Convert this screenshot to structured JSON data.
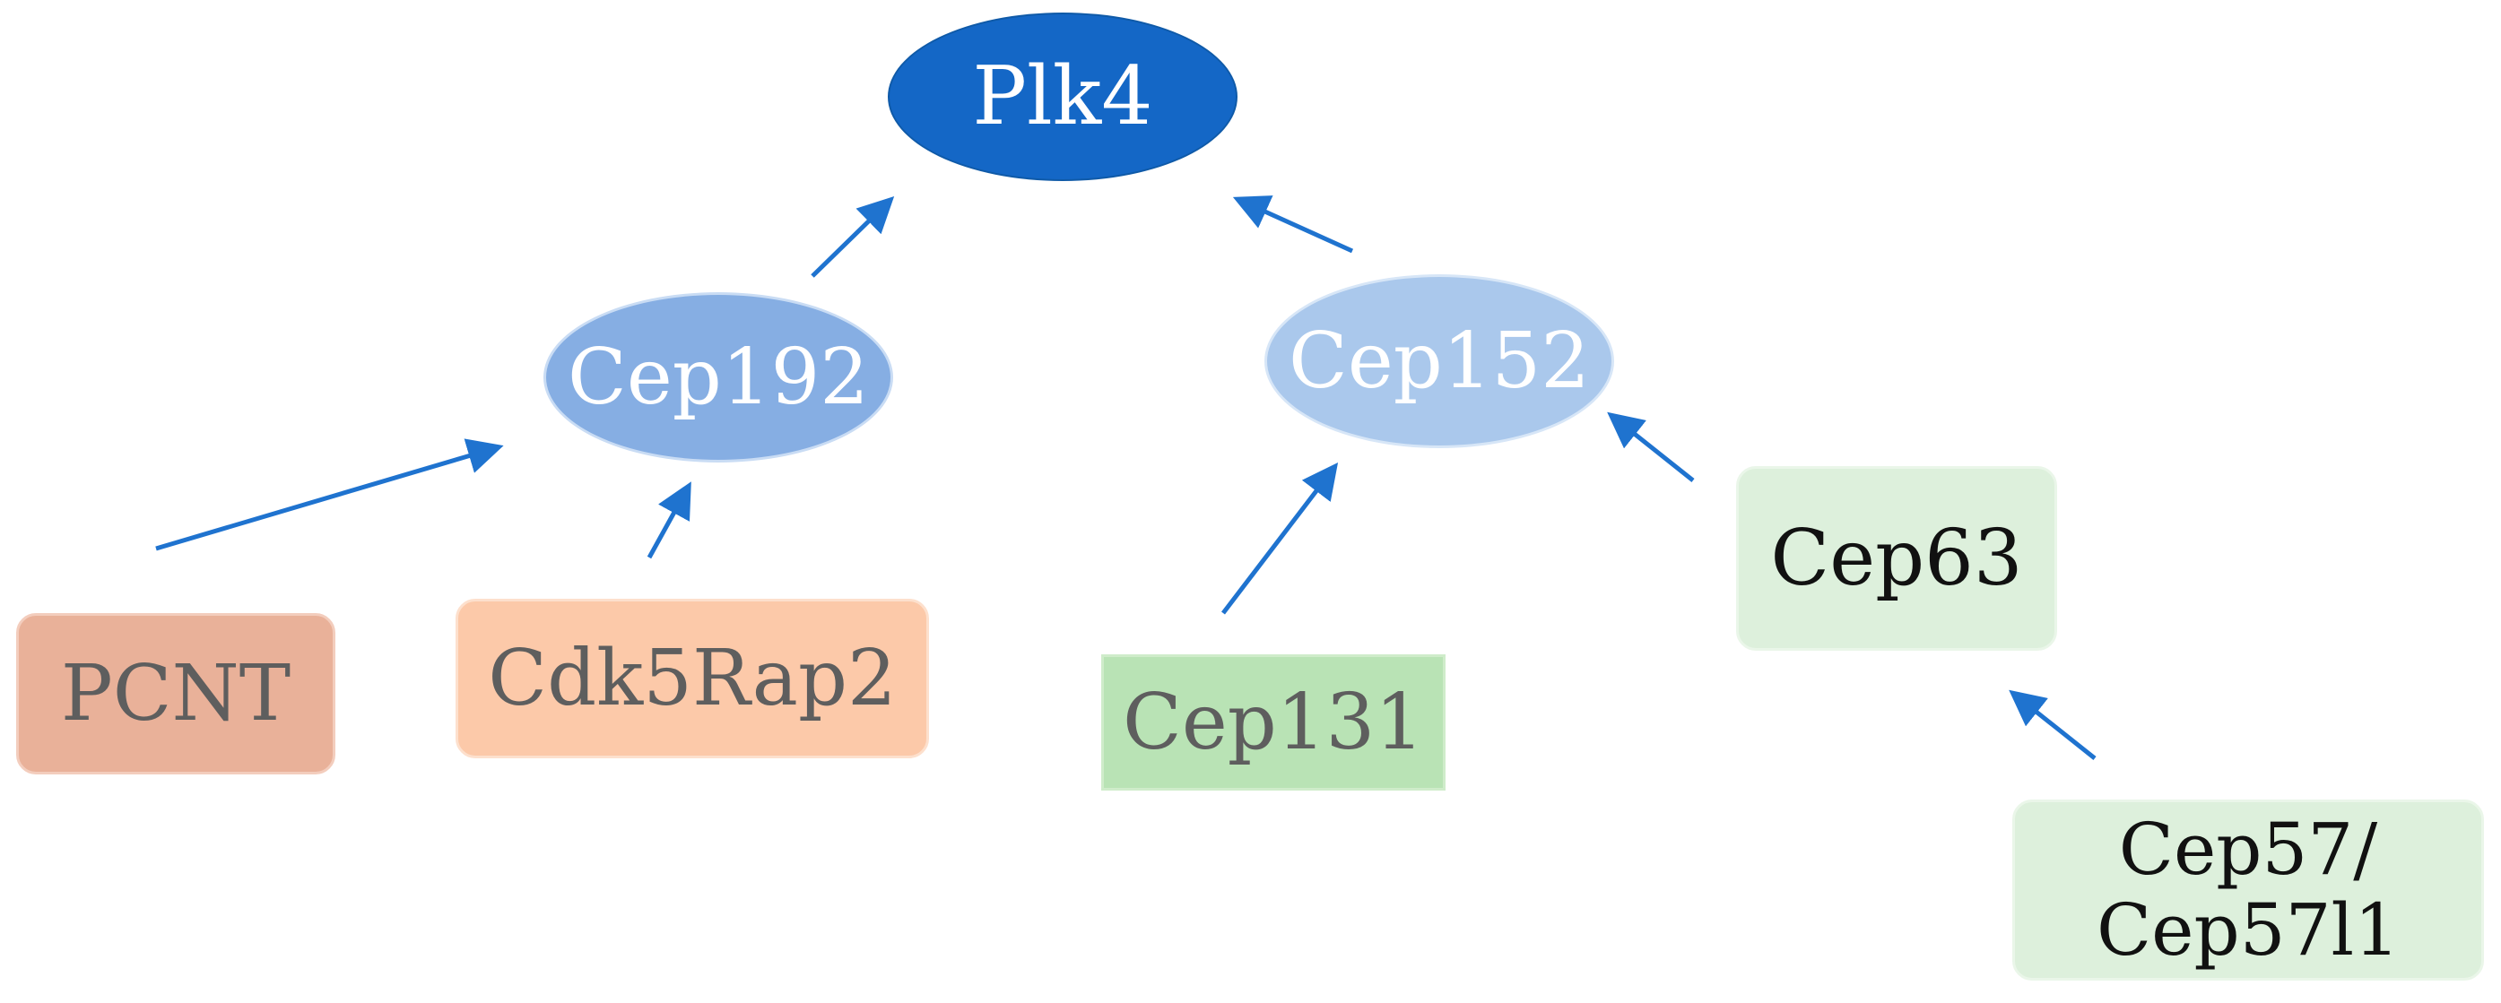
{
  "colors": {
    "arrow": "#1f73cf",
    "plk4_fill": "#1467c6",
    "cep192_fill": "#86aee3",
    "cep152_fill": "#aac8ec",
    "pcnt_fill": "#e9b199",
    "cdk5rap2_fill": "#fcc9a9",
    "cep131_fill": "#b9e3b5",
    "cep63_fill": "#ddf0dc",
    "cep57_fill": "#ddf0dc",
    "light_text": "#ffffff",
    "gray_text": "#5e5e5e",
    "dark_text": "#111111"
  },
  "nodes": {
    "plk4": "Plk4",
    "cep192": "Cep192",
    "cep152": "Cep152",
    "pcnt": "PCNT",
    "cdk5rap2": "Cdk5Rap2",
    "cep131": "Cep131",
    "cep63": "Cep63",
    "cep57_line1": "Cep57/",
    "cep57_line2": "Cep57l1"
  },
  "edges": [
    {
      "from": "Cep192",
      "to": "Plk4"
    },
    {
      "from": "Cep152",
      "to": "Plk4"
    },
    {
      "from": "PCNT",
      "to": "Cep192"
    },
    {
      "from": "Cdk5Rap2",
      "to": "Cep192"
    },
    {
      "from": "Cep131",
      "to": "Cep152"
    },
    {
      "from": "Cep63",
      "to": "Cep152"
    },
    {
      "from": "Cep57/Cep57l1",
      "to": "Cep63"
    }
  ]
}
